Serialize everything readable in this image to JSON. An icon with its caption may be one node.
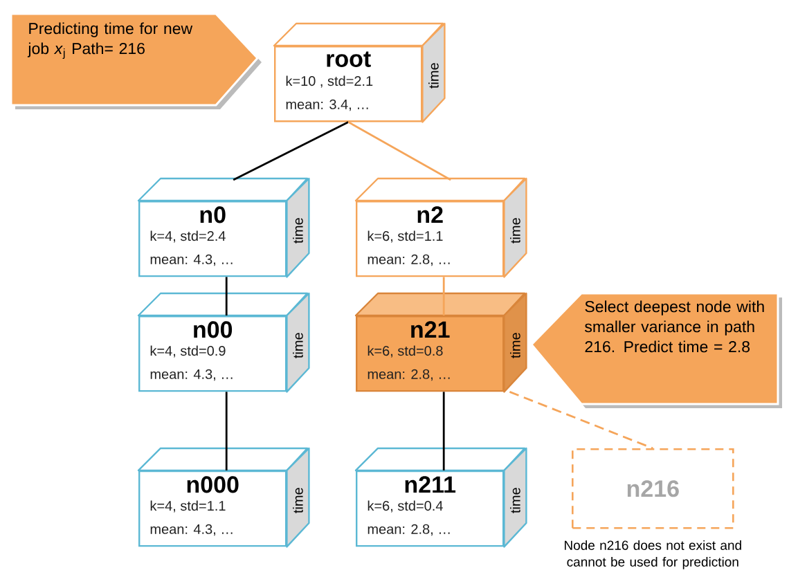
{
  "diagram": {
    "nodes": [
      {
        "text": [
          "Predicting time for new job *x*$_{j}$ Path= 216"
        ]
      },
      {
        "text": [
          "root",
          "k=10 , std=2.1",
          "mean: 3.4, …",
          "time"
        ]
      },
      {
        "text": [
          "n0",
          "k=4, std=2.4",
          "mean: 4.3, …",
          "time"
        ]
      },
      {
        "text": [
          "n2",
          "k=6, std=1.1",
          "mean: 2.8, …",
          "time"
        ]
      },
      {
        "text": [
          "n00",
          "k=4, std=0.9",
          "mean: 4.3, …",
          "time"
        ]
      },
      {
        "text": [
          "n21",
          "k=6, std=0.8",
          "mean: 2.8, …",
          "time"
        ]
      },
      {
        "text": [
          "n000",
          "k=4, std=1.1",
          "mean: 4.3, …",
          "time"
        ]
      },
      {
        "text": [
          "n211",
          "k=6, std=0.4",
          "mean: 2.8, …",
          "time"
        ]
      },
      {
        "text": [
          "n216"
        ],
        "beside": [
          "Node n216 does not exist and cannot be used for prediction"
        ]
      },
      {
        "text": [
          "Select deepest node with smaller variance in path 216. Predict time = 2.8"
        ]
      }
    ],
    "edges": [
      {
        "from": 1,
        "to": 2,
        "arrow": "none"
      },
      {
        "from": 1,
        "to": 3,
        "arrow": "none",
        "color": "#f5a55a"
      },
      {
        "from": 2,
        "to": 4,
        "arrow": "none"
      },
      {
        "from": 3,
        "to": 5,
        "arrow": "none",
        "color": "#f5a55a"
      },
      {
        "from": 4,
        "to": 6,
        "arrow": "none"
      },
      {
        "from": 5,
        "to": 7,
        "arrow": "none"
      },
      {
        "from": 5,
        "to": 8,
        "arrow": "none",
        "style": "dashed",
        "color": "#f5a55a"
      }
    ]
  }
}
